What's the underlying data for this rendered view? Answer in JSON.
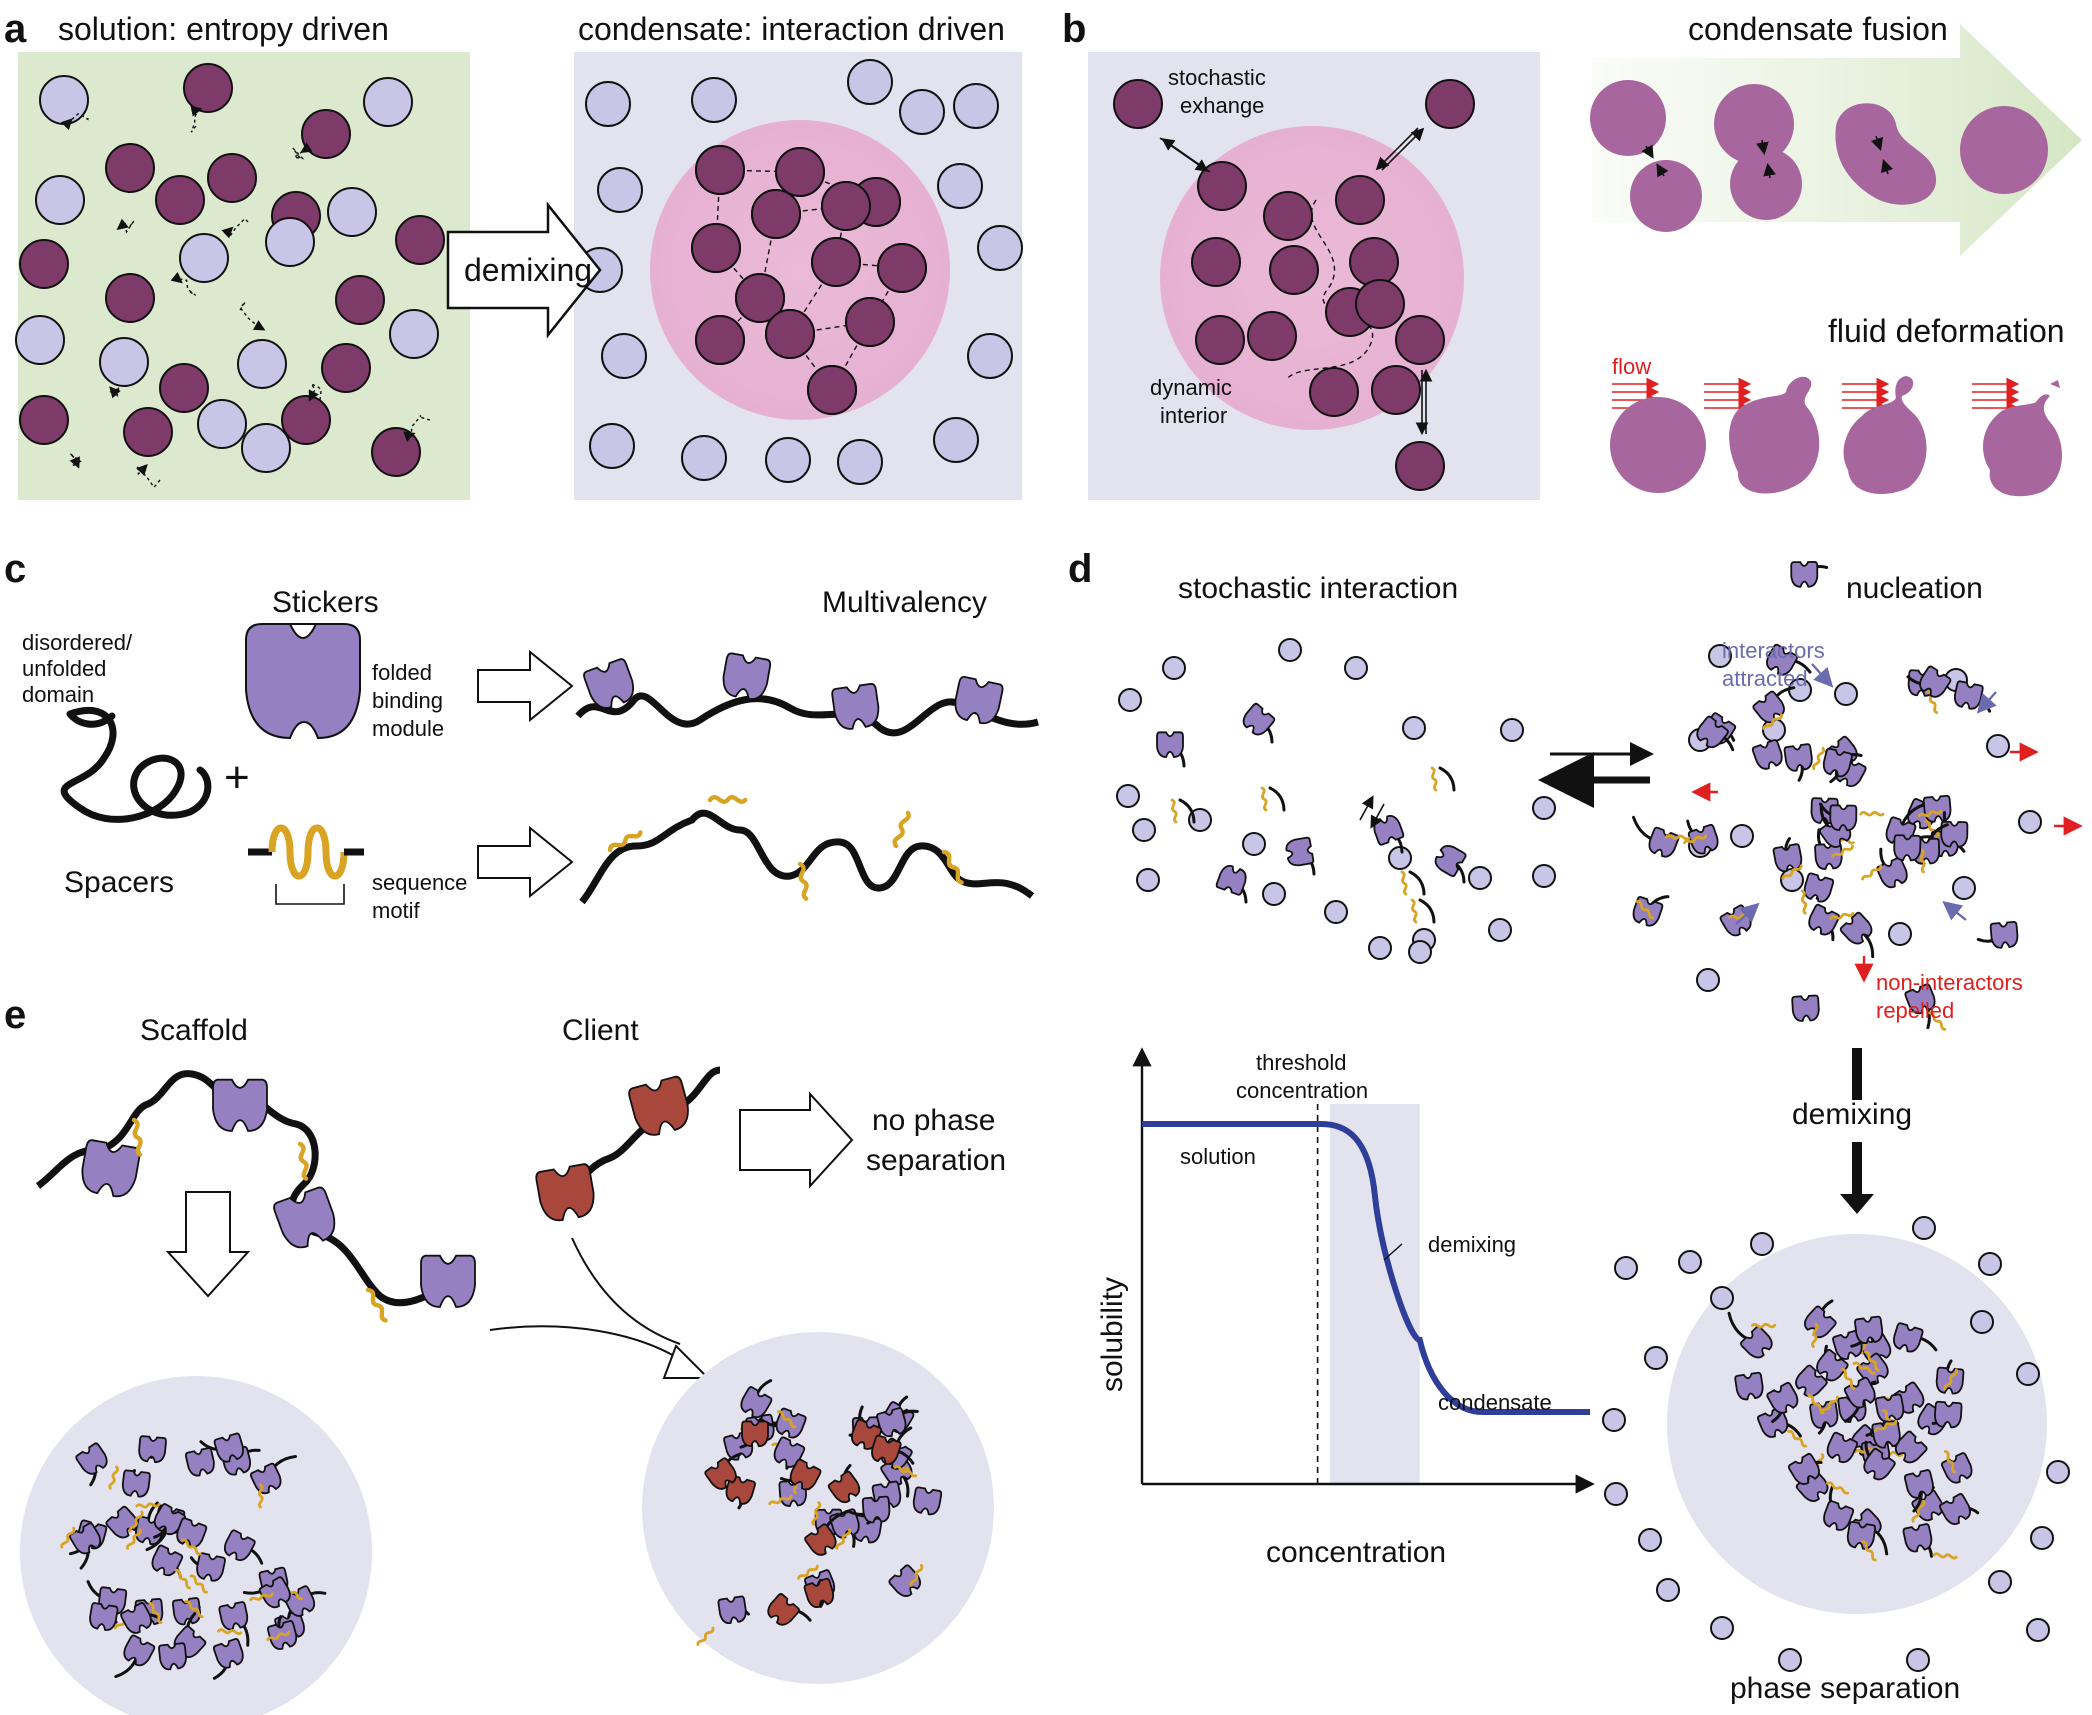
{
  "panels": {
    "a": {
      "letter": "a",
      "solution_title": "solution: entropy driven",
      "condensate_title": "condensate: interaction driven",
      "arrow_label": "demixing"
    },
    "b": {
      "letter": "b",
      "exchange_label_1": "stochastic",
      "exchange_label_2": "exhange",
      "interior_label_1": "dynamic",
      "interior_label_2": "interior",
      "fusion_title": "condensate fusion",
      "deformation_title": "fluid deformation",
      "flow_label": "flow"
    },
    "c": {
      "letter": "c",
      "stickers_title": "Stickers",
      "multivalency_title": "Multivalency",
      "disordered_1": "disordered/",
      "disordered_2": "unfolded",
      "disordered_3": "domain",
      "plus": "+",
      "spacers": "Spacers",
      "folded_1": "folded",
      "folded_2": "binding",
      "folded_3": "module",
      "motif_1": "sequence",
      "motif_2": "motif"
    },
    "d": {
      "letter": "d",
      "stochastic_title": "stochastic interaction",
      "nucleation_title": "nucleation",
      "attracted_1": "interactors",
      "attracted_2": "attracted",
      "repelled_1": "non-interactors",
      "repelled_2": "repelled",
      "demixing_label": "demixing",
      "phase_label": "phase separation"
    },
    "e": {
      "letter": "e",
      "scaffold_title": "Scaffold",
      "client_title": "Client",
      "no_phase_1": "no phase",
      "no_phase_2": "separation"
    }
  },
  "chart_data": {
    "type": "line",
    "xlabel": "concentration",
    "ylabel": "solubility",
    "threshold_label_1": "threshold",
    "threshold_label_2": "concentration",
    "region_label": "demixing",
    "solution_label": "solution",
    "condensate_label": "condensate",
    "series": [
      {
        "values_description_free": true,
        "x": [
          0,
          1.0,
          1.3,
          1.55,
          1.9,
          2.5
        ],
        "y": [
          1.0,
          1.0,
          0.75,
          0.25,
          0.0,
          0.0
        ]
      }
    ]
  },
  "colors": {
    "solution_bg": "#dde9cf",
    "condensate_bg": "#e3e3f0",
    "droplet_pink": "#ebbad8",
    "dark_molecule": "#7e3a68",
    "light_molecule": "#c9c5e6",
    "fusion_purple": "#a8669e",
    "sticker_purple": "#9580c2",
    "client_red": "#a8483c",
    "motif_gold": "#d9a323",
    "curve_blue": "#2f3f99",
    "attract_blue": "#6b6bb0",
    "repel_red": "#e02020"
  }
}
